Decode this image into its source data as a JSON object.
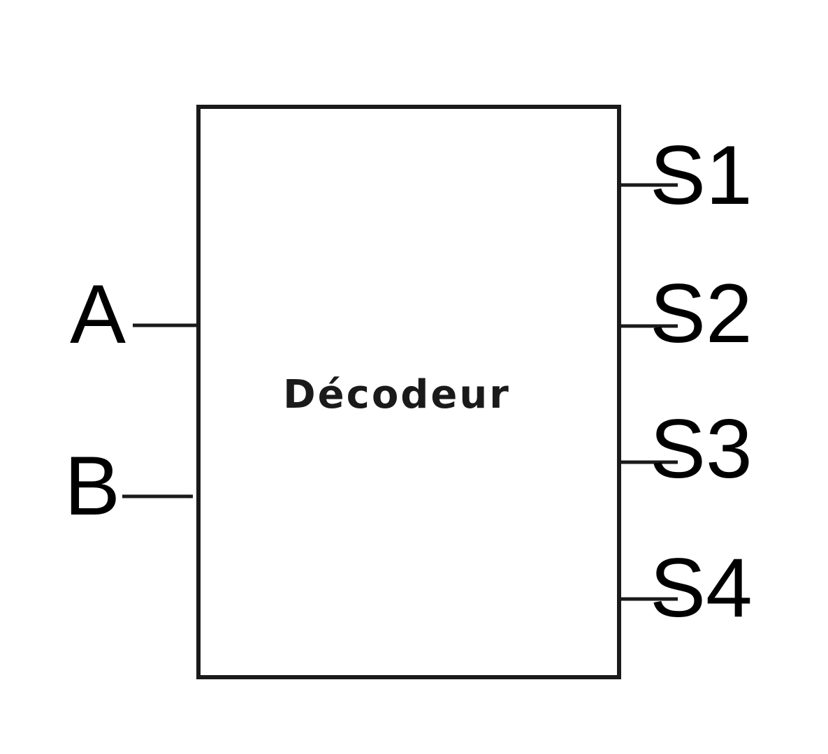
{
  "block": {
    "label": "Décodeur"
  },
  "inputs": [
    {
      "label": "A"
    },
    {
      "label": "B"
    }
  ],
  "outputs": [
    {
      "label": "S1"
    },
    {
      "label": "S2"
    },
    {
      "label": "S3"
    },
    {
      "label": "S4"
    }
  ],
  "colors": {
    "stroke": "#1a1a1a",
    "text": "#000000",
    "background": "#ffffff"
  }
}
